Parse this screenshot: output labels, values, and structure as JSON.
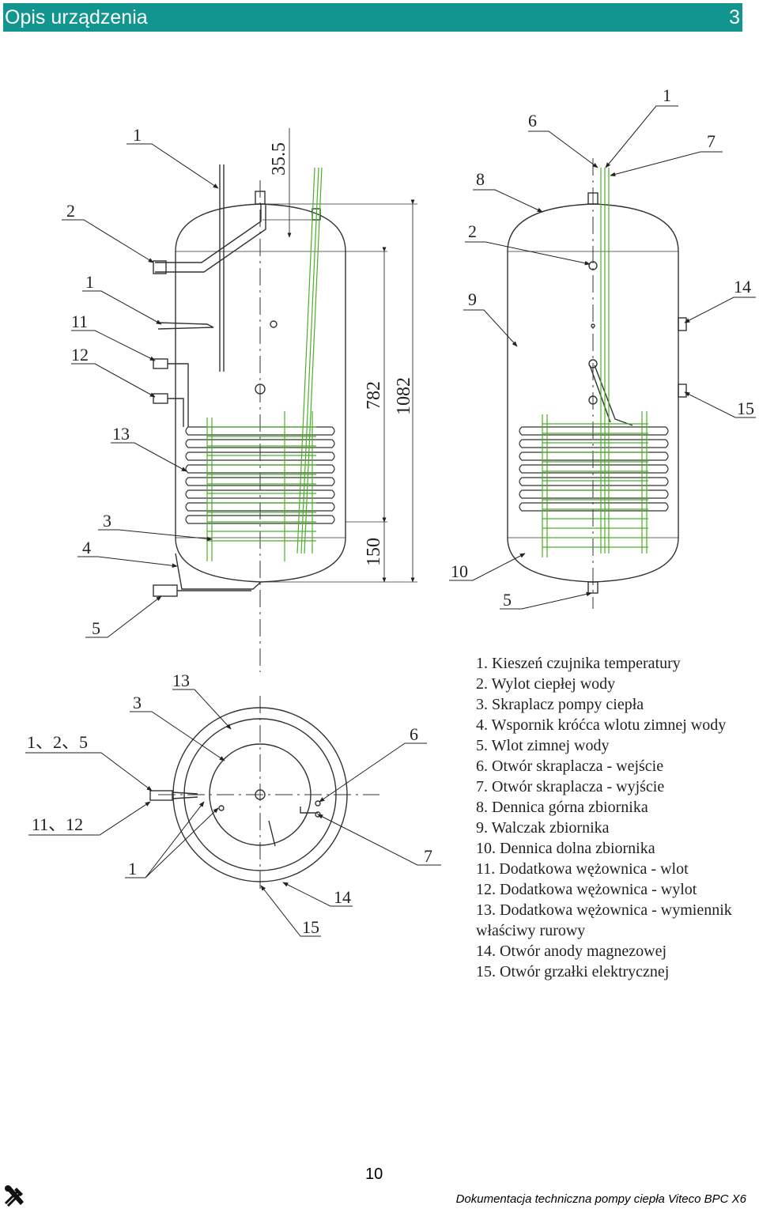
{
  "header": {
    "title": "Opis urządzenia",
    "page_number": "3"
  },
  "drawing": {
    "side_view_left": {
      "callouts": [
        "1",
        "2",
        "1",
        "11",
        "12",
        "13",
        "3",
        "4",
        "5"
      ],
      "dimensions": [
        "35.5",
        "782",
        "1082",
        "150"
      ]
    },
    "side_view_right": {
      "callouts": [
        "1",
        "6",
        "7",
        "8",
        "2",
        "9",
        "14",
        "15",
        "10",
        "5"
      ]
    },
    "top_view": {
      "callouts": [
        "13",
        "3",
        "1、2、5",
        "11、12",
        "1",
        "6",
        "7",
        "14",
        "15"
      ]
    }
  },
  "legend": [
    "1. Kieszeń czujnika temperatury",
    "2. Wylot ciepłej wody",
    "3. Skraplacz pompy ciepła",
    "4. Wspornik króćca wlotu zimnej wody",
    "5. Wlot zimnej wody",
    "6. Otwór skraplacza - wejście",
    "7. Otwór skraplacza - wyjście",
    "8. Dennica górna zbiornika",
    "9. Walczak zbiornika",
    "10. Dennica dolna zbiornika",
    "11. Dodatkowa wężownica - wlot",
    "12. Dodatkowa wężownica - wylot",
    "13. Dodatkowa wężownica - wymiennik właściwy rurowy",
    "14. Otwór anody magnezowej",
    "15. Otwór grzałki elektrycznej"
  ],
  "footer": {
    "page": "10",
    "text": "Dokumentacja techniczna pompy ciepła Viteco BPC X6",
    "icon": "tools-icon"
  },
  "colors": {
    "header_bg": "#12958f",
    "coil_green": "#4caf2a",
    "line": "#333333"
  }
}
